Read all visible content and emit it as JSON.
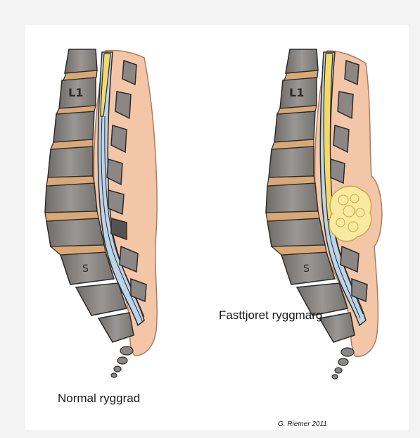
{
  "labels": {
    "normal": "Normal ryggrad",
    "tethered": "Fasttjoret ryggmarg",
    "credit": "G. Riemer 2011"
  },
  "vertebra_marks": {
    "lumbar": "L1",
    "sacral": "S"
  },
  "colors": {
    "vertebra": "#8a8784",
    "disc": "#d9a876",
    "soft_tissue": "#f2c6a6",
    "dura": "#bcd3e8",
    "spinal_cord": "#f2d96a",
    "lipoma": "#f9eaa0",
    "outline": "#2b2b2b"
  }
}
